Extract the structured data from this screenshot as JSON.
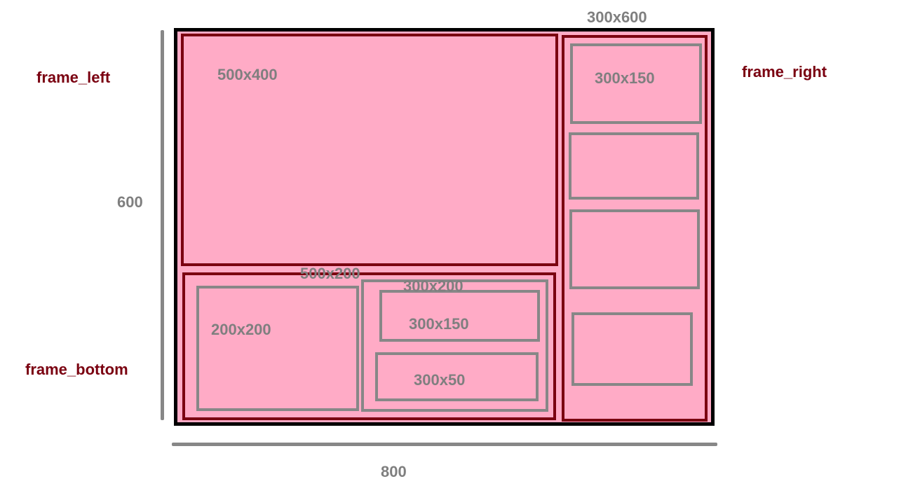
{
  "labels": {
    "frame_left": "frame_left",
    "frame_right": "frame_right",
    "frame_bottom": "frame_bottom",
    "width": "800",
    "height": "600"
  },
  "boxes": {
    "right_frame": "300x600",
    "left_top": "500x400",
    "bottom_frame": "500x200",
    "bottom_left": "200x200",
    "bottom_right": "300x200",
    "bottom_right_top": "300x150",
    "bottom_right_bottom": "300x50",
    "right_top": "300x150"
  },
  "colors": {
    "fill": "#ffabc6",
    "frame_border": "#7a0010",
    "outer_border": "#000000",
    "box_border": "#878787",
    "label_grey": "#7f7f7f",
    "label_red": "#7a0010"
  }
}
